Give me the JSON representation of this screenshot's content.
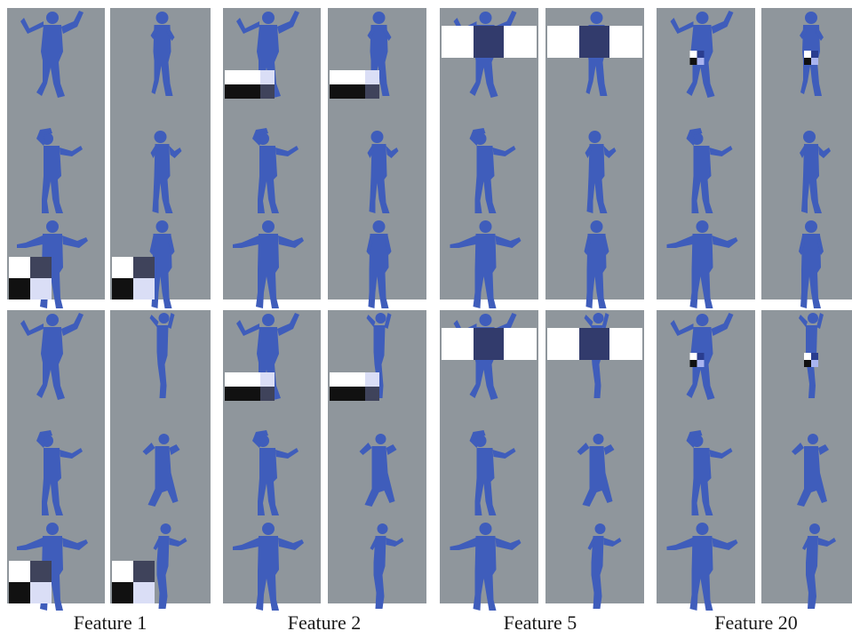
{
  "figure": {
    "background": "#ffffff",
    "panel_color": "#8f969c",
    "figure_color": "#3f5dbb",
    "overlay_fill": "rgba(225,225,245,0.55)",
    "groups": [
      {
        "caption": "Feature 1",
        "feature_kind": "checkerboard-bottom-left"
      },
      {
        "caption": "Feature 2",
        "feature_kind": "two-bar-horizontal-mid"
      },
      {
        "caption": "Feature 5",
        "feature_kind": "three-bar-horizontal-top"
      },
      {
        "caption": "Feature 20",
        "feature_kind": "small-checker-torso"
      }
    ],
    "rows": 2,
    "columns_per_group": 2,
    "poses_per_column": 3
  }
}
